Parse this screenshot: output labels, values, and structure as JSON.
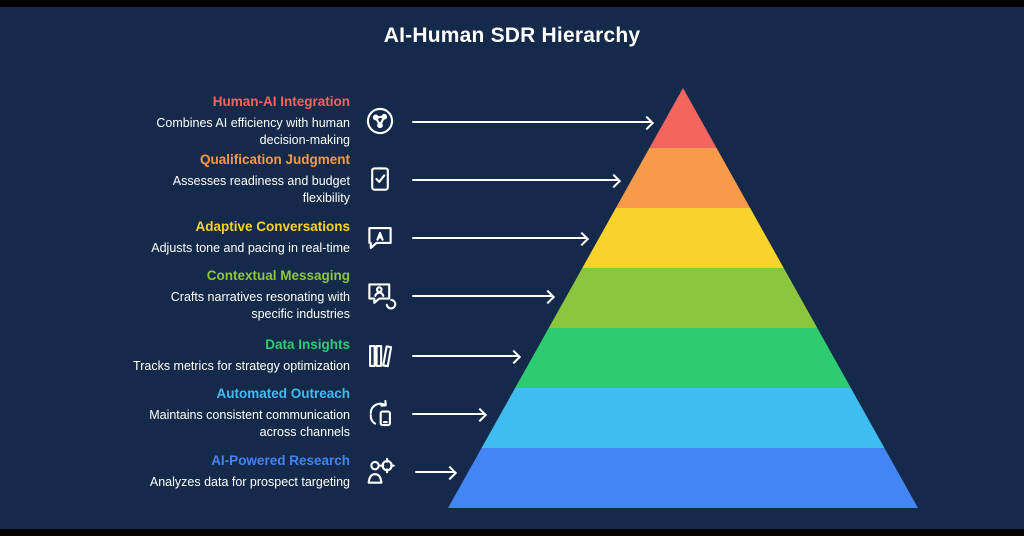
{
  "title": "AI-Human SDR Hierarchy",
  "colors": {
    "background": "#15294a",
    "letterbox": "#000000",
    "arrow": "#ffffff",
    "description_text": "#ffffff",
    "title_text": "#ffffff"
  },
  "levels": [
    {
      "label": "Human-AI Integration",
      "description": "Combines AI efficiency with human decision-making",
      "color": "#f4655f",
      "icon": "ai-head-icon"
    },
    {
      "label": "Qualification Judgment",
      "description": "Assesses readiness and budget flexibility",
      "color": "#f79b4b",
      "icon": "clipboard-check-icon"
    },
    {
      "label": "Adaptive Conversations",
      "description": "Adjusts tone and pacing in real-time",
      "color": "#f9d32b",
      "icon": "chat-a-icon"
    },
    {
      "label": "Contextual Messaging",
      "description": "Crafts narratives resonating with specific industries",
      "color": "#8cc63f",
      "icon": "person-chat-icon"
    },
    {
      "label": "Data Insights",
      "description": "Tracks metrics for strategy optimization",
      "color": "#2ecc71",
      "icon": "bar-chart-icon"
    },
    {
      "label": "Automated Outreach",
      "description": "Maintains consistent communication across channels",
      "color": "#3ebef0",
      "icon": "refresh-phone-icon"
    },
    {
      "label": "AI-Powered Research",
      "description": "Analyzes data for prospect targeting",
      "color": "#4285f4",
      "icon": "person-target-icon"
    }
  ]
}
